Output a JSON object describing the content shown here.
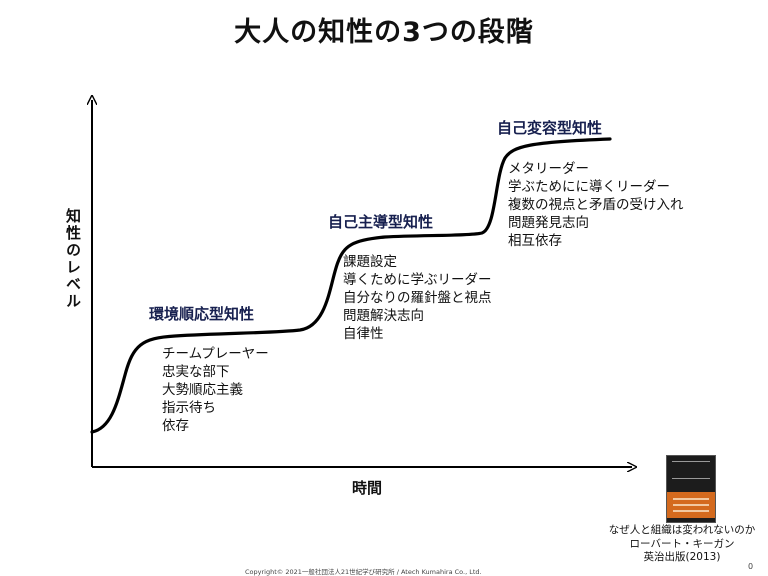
{
  "title": "大人の知性の3つの段階",
  "axes": {
    "y_label": "知性のレベル",
    "x_label": "時間"
  },
  "stages": [
    {
      "title": "環境順応型知性",
      "items": [
        "チームプレーヤー",
        "忠実な部下",
        "大勢順応主義",
        "指示待ち",
        "依存"
      ]
    },
    {
      "title": "自己主導型知性",
      "items": [
        "課題設定",
        "導くために学ぶリーダー",
        "自分なりの羅針盤と視点",
        "問題解決志向",
        "自律性"
      ]
    },
    {
      "title": "自己変容型知性",
      "items": [
        "メタリーダー",
        "学ぶためにに導くリーダー",
        "複数の視点と矛盾の受け入れ",
        "問題発見志向",
        "相互依存"
      ]
    }
  ],
  "book": {
    "cover_icon": "book-cover-icon",
    "caption_lines": [
      "なぜ人と組織は変われないのか",
      "ローバート・キーガン",
      "英治出版(2013)"
    ]
  },
  "footer": "Copyright©  2021一般社団法人21世紀学び研究所   /  Atech  Kumahira Co.,  Ltd.",
  "page_number": "0",
  "colors": {
    "stage_title": "#17204f",
    "curve": "#000000",
    "book_band": "#d46a1e"
  }
}
